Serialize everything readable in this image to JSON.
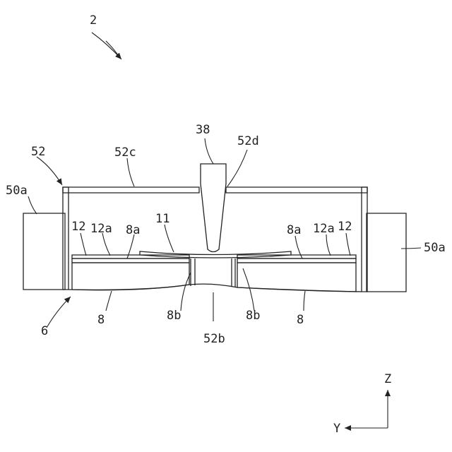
{
  "figure": {
    "labels": {
      "assembly": "2",
      "stage": "6",
      "probe": "38",
      "cover": "52",
      "cover_top": "52c",
      "cover_hole": "52d",
      "frame_left": "50a",
      "frame_right": "50a",
      "sheet_left": "12",
      "sheet_right": "12",
      "adhesive_left": "12a",
      "adhesive_right": "12a",
      "pad_surface_left": "8a",
      "pad_surface_right": "8a",
      "workpiece": "11",
      "pad_left": "8",
      "pad_right": "8",
      "pad_edge_left": "8b",
      "pad_edge_right": "8b",
      "center_opening": "52b"
    },
    "axes": {
      "z_label": "Z",
      "y_label": "Y"
    }
  }
}
